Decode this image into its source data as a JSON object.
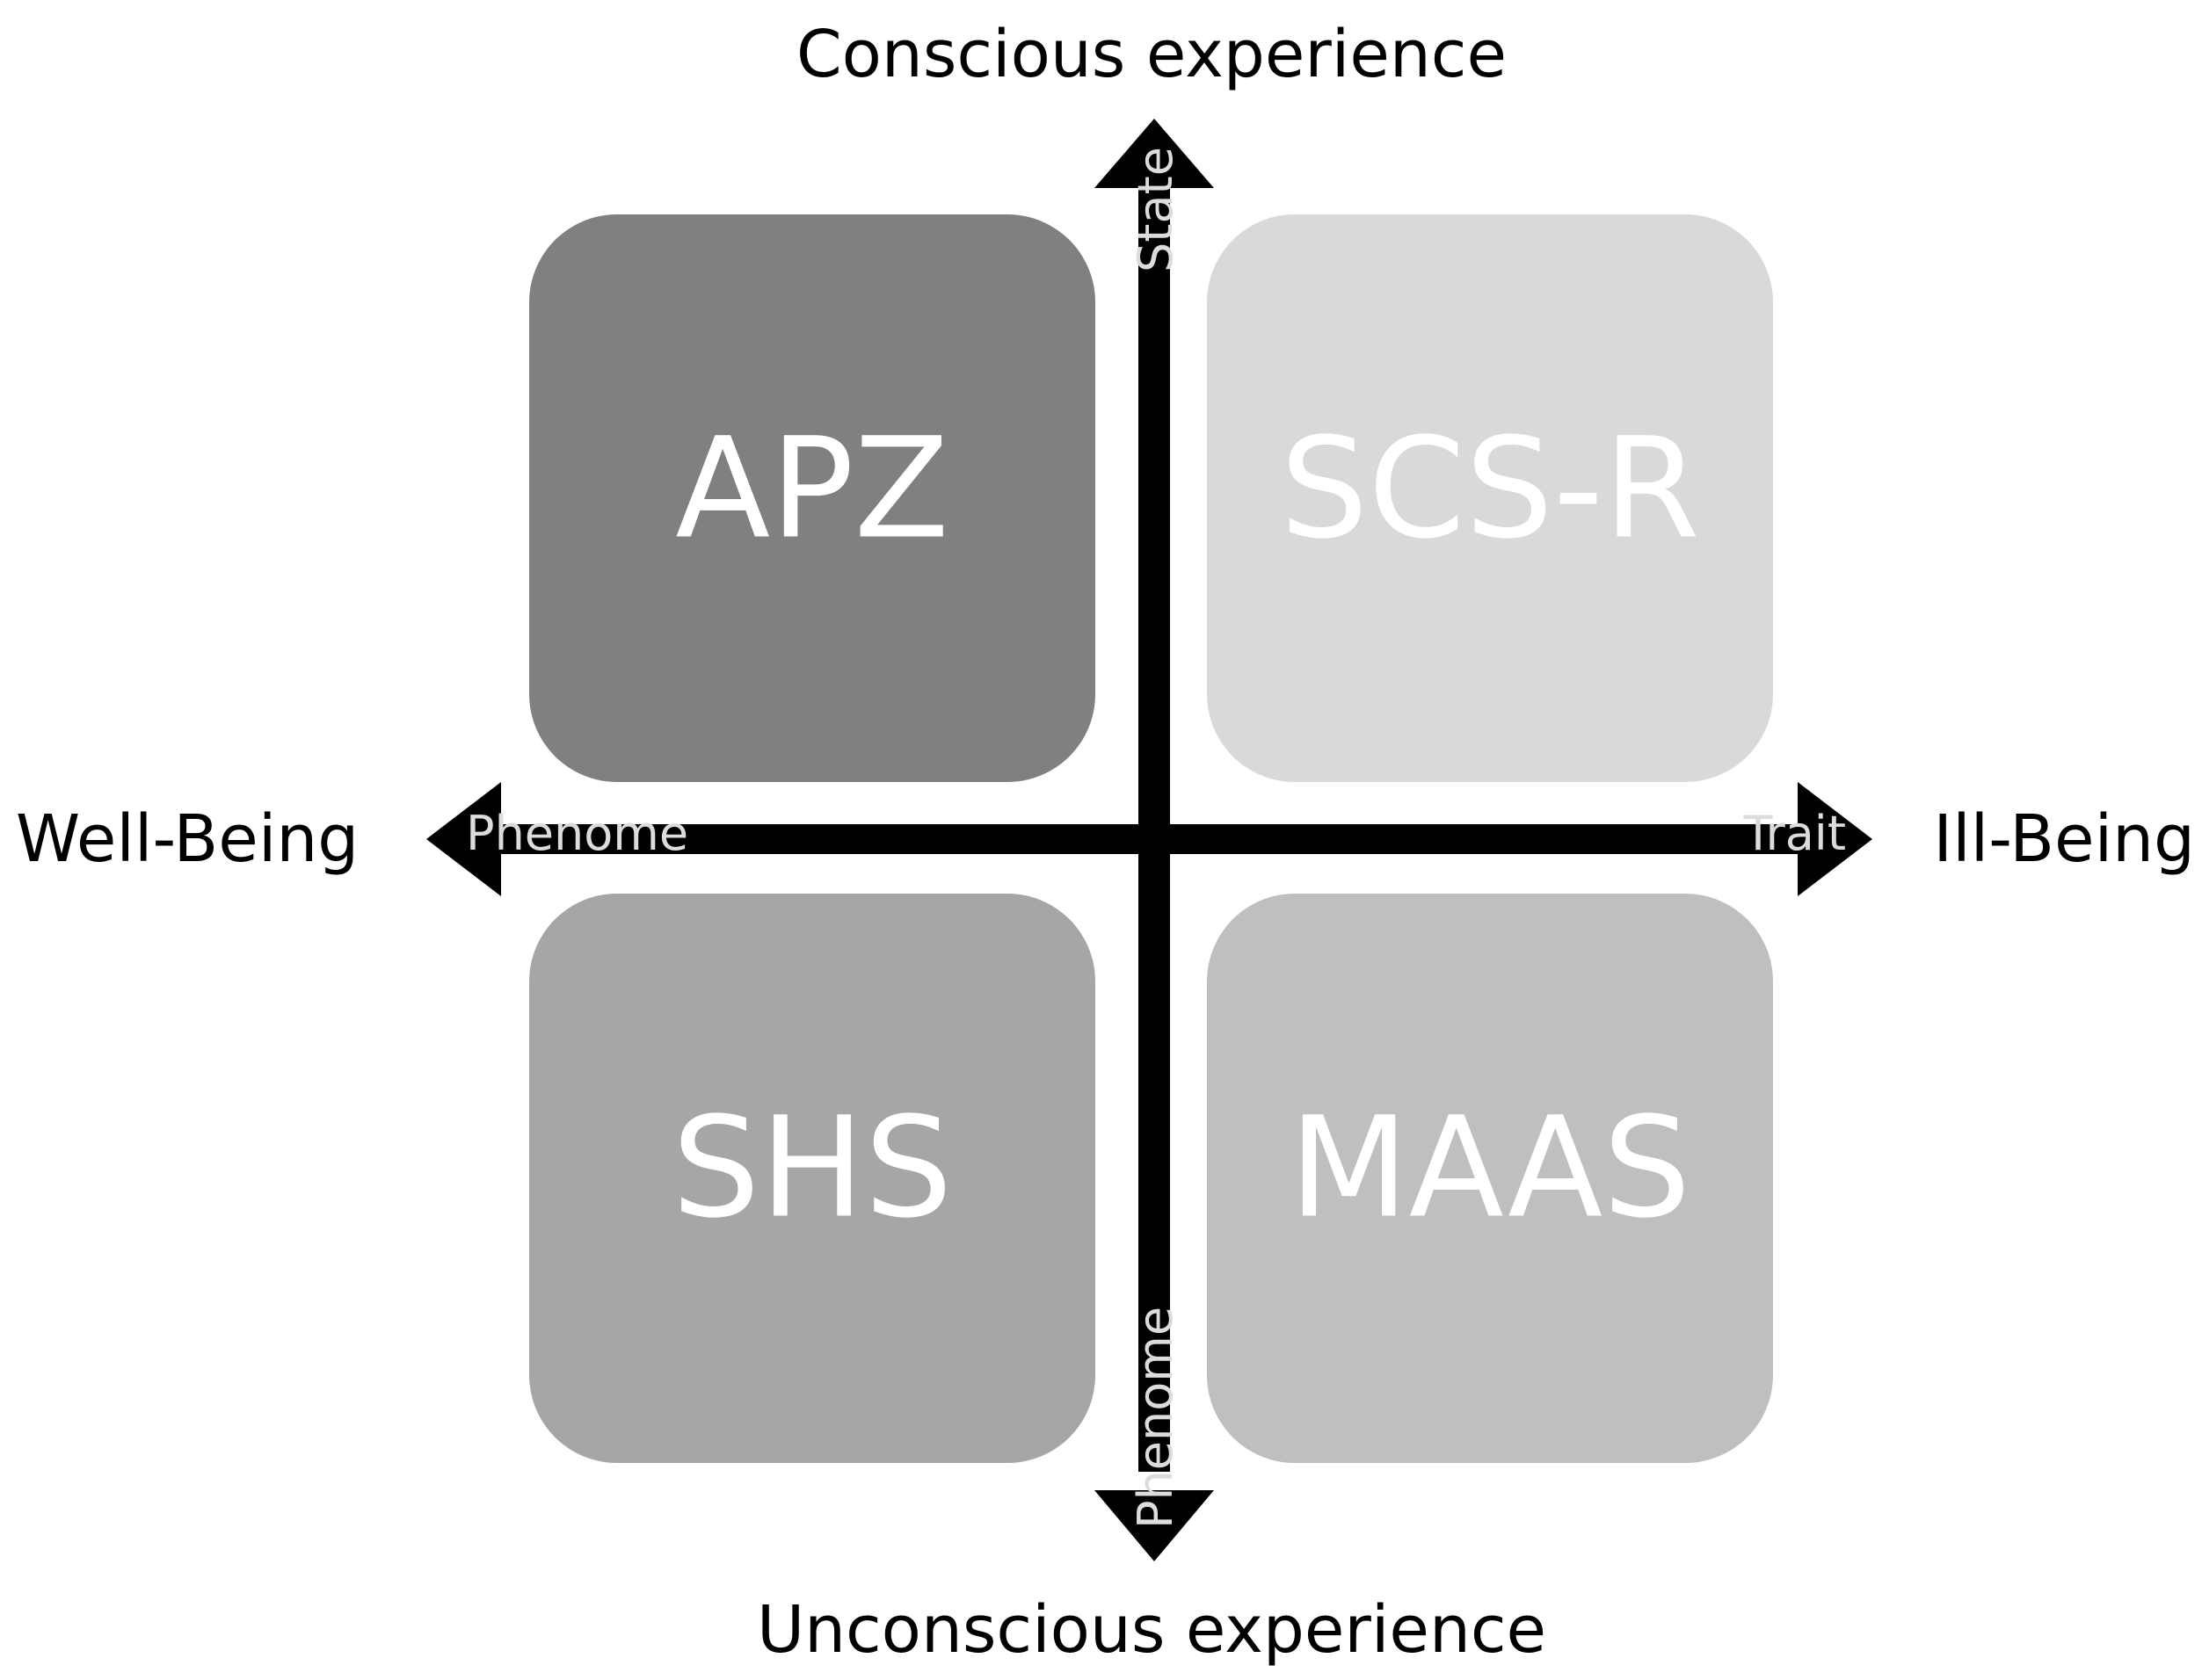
{
  "poles": {
    "top": "Conscious experience",
    "bottom": "Unconscious experience",
    "left": "Well-Being",
    "right": "Ill-Being"
  },
  "axis_labels": {
    "vertical_top": "State",
    "vertical_bottom": "Phenome",
    "horizontal_left": "Phenome",
    "horizontal_right": "Trait"
  },
  "quadrants": {
    "top_left": {
      "label": "APZ",
      "color": "#808080"
    },
    "top_right": {
      "label": "SCS-R",
      "color": "#d9d9d9"
    },
    "bottom_left": {
      "label": "SHS",
      "color": "#a6a6a6"
    },
    "bottom_right": {
      "label": "MAAS",
      "color": "#bfbfbf"
    }
  },
  "colors": {
    "axis": "#000000",
    "axis_text": "#dcdcdc",
    "quadrant_text": "#ffffff"
  }
}
